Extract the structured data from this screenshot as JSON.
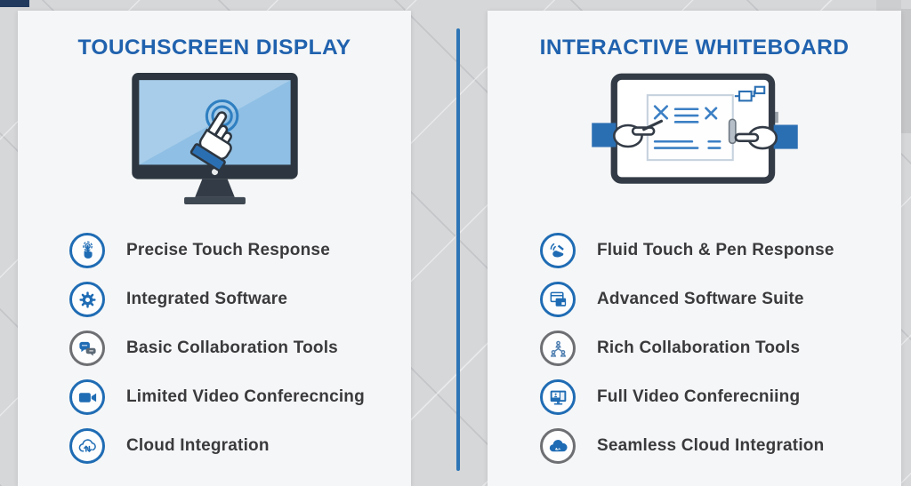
{
  "colors": {
    "title_blue": "#2062ae",
    "icon_blue": "#1f6cb4",
    "icon_gray": "#6e6f72",
    "divider_blue": "#2e75b6",
    "panel_bg": "#f5f6f7",
    "page_bg": "#d6d7d9",
    "text_dark": "#3a3a3c",
    "monitor_screen_blue": "#8fbfe4",
    "monitor_frame_dark": "#2d3640"
  },
  "left_panel": {
    "title": "TOUCHSCREEN DISPLAY",
    "illustration": "touchscreen-monitor",
    "features": [
      {
        "icon": "touch-icon",
        "label": "Precise Touch Response"
      },
      {
        "icon": "gear-icon",
        "label": "Integrated Software"
      },
      {
        "icon": "chat-icon",
        "label": "Basic Collaboration Tools"
      },
      {
        "icon": "video-camera-icon",
        "label": "Limited Video Conferecncing"
      },
      {
        "icon": "cloud-sync-icon",
        "label": "Cloud Integration"
      }
    ]
  },
  "right_panel": {
    "title": "INTERACTIVE WHITEBOARD",
    "illustration": "interactive-whiteboard",
    "features": [
      {
        "icon": "pen-touch-icon",
        "label": "Fluid Touch & Pen Response"
      },
      {
        "icon": "software-suite-icon",
        "label": "Advanced Software Suite"
      },
      {
        "icon": "network-icon",
        "label": "Rich Collaboration Tools"
      },
      {
        "icon": "video-conference-icon",
        "label": "Full Video Conferecniing"
      },
      {
        "icon": "cloud-filled-icon",
        "label": "Seamless Cloud Integration"
      }
    ]
  }
}
